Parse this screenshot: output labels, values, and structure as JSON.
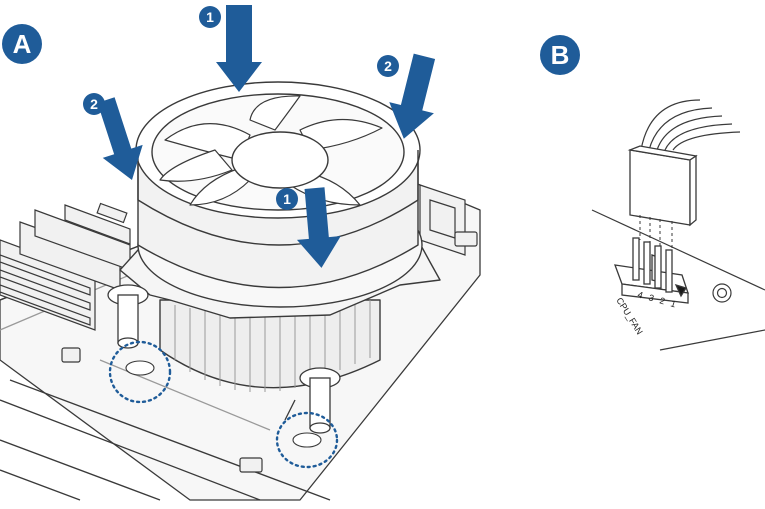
{
  "panels": {
    "a": {
      "label": "A"
    },
    "b": {
      "label": "B"
    }
  },
  "steps": {
    "step1": "1",
    "step2": "2"
  },
  "connector": {
    "header_label": "CPU_FAN",
    "pin_numbers": [
      "4",
      "3",
      "2",
      "1"
    ]
  },
  "colors": {
    "accent": "#1f5c99",
    "line": "#3a3a3a",
    "fill": "#f4f4f4",
    "highlight": "#1f5c99"
  },
  "icons": [
    "motherboard",
    "cpu-cooler-fan",
    "push-pin",
    "downward-arrow",
    "fan-cable-connector"
  ]
}
